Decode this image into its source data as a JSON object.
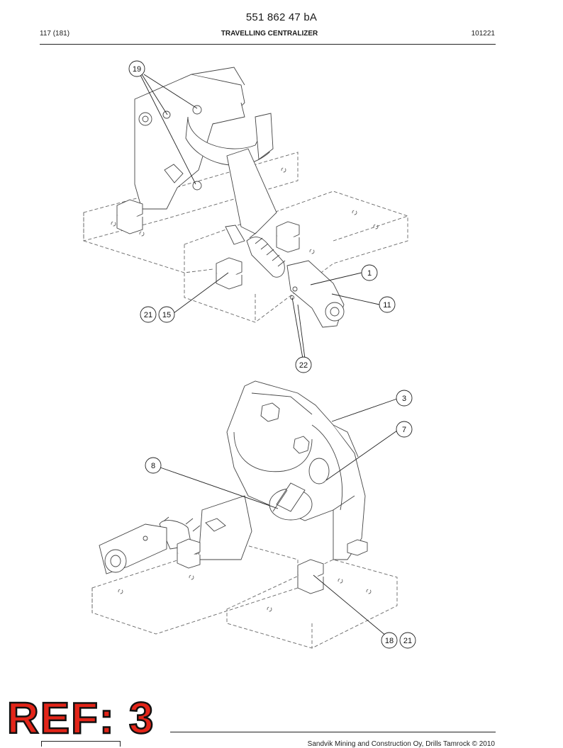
{
  "header": {
    "doc_number": "551 862 47 bA",
    "page": "117 (181)",
    "title": "TRAVELLING CENTRALIZER",
    "code": "101221"
  },
  "callouts": {
    "c19": "19",
    "c1": "1",
    "c11": "11",
    "c21a": "21",
    "c15": "15",
    "c22": "22",
    "c3": "3",
    "c7": "7",
    "c8": "8",
    "c18": "18",
    "c21b": "21"
  },
  "ref_label": "REF: 3",
  "footer": {
    "copyright": "Sandvik Mining and Construction Oy, Drills Tamrock © 2010"
  }
}
